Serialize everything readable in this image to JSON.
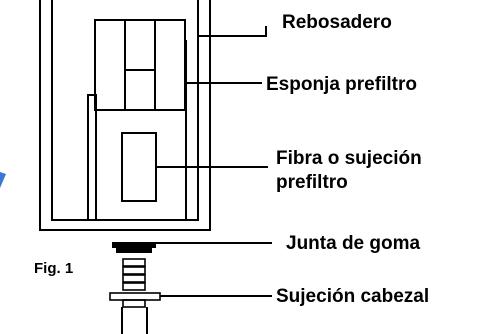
{
  "labels": {
    "overflow": "Rebosadero",
    "sponge": "Esponja prefiltro",
    "fiber_line1": "Fibra o sujeción",
    "fiber_line2": "prefiltro",
    "gasket": "Junta de goma",
    "head": "Sujeción cabezal"
  },
  "figure_caption": "Fig. 1",
  "colors": {
    "ink": "#000000",
    "accent_blue": "#3a78d8",
    "background": "#ffffff"
  }
}
